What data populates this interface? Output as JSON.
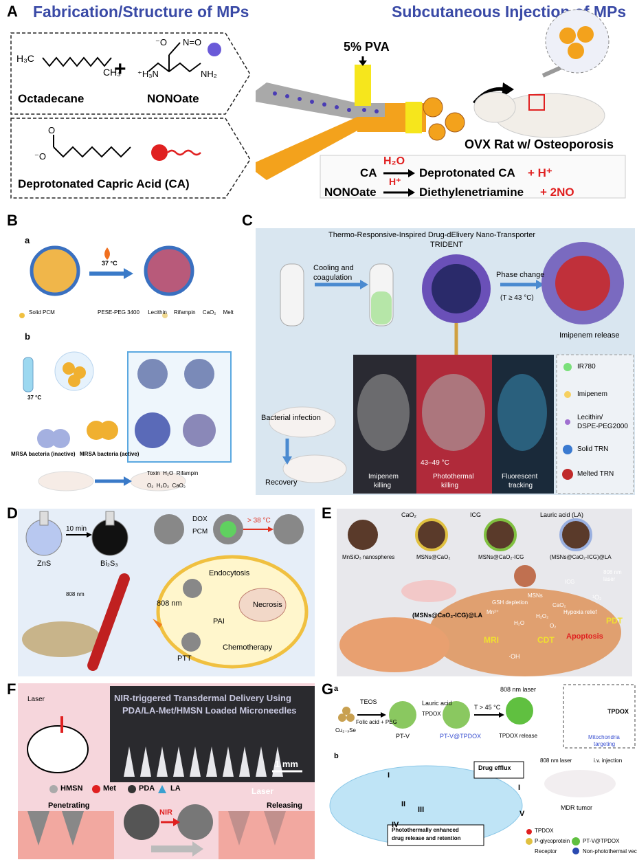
{
  "panel_labels": {
    "A": "A",
    "B": "B",
    "C": "C",
    "D": "D",
    "E": "E",
    "F": "F",
    "G": "G"
  },
  "panelA": {
    "title_left": "Fabrication/Structure of MPs",
    "title_right": "Subcutaneous Injection of MPs",
    "octadecane": "Octadecane",
    "nonoate": "NONOate",
    "capric": "Deprotonated Capric Acid (CA)",
    "pva": "5% PVA",
    "rat": "OVX Rat w/ Osteoporosis",
    "eq1_left": "CA",
    "eq1_over": "H₂O",
    "eq1_right": "Deprotonated CA",
    "eq1_plus": "+ H⁺",
    "eq2_left": "NONOate",
    "eq2_over": "H⁺",
    "eq2_right": "Diethylenetriamine",
    "eq2_plus": "+ 2NO",
    "plus": "+"
  },
  "panelB": {
    "sub_a": "a",
    "sub_b": "b",
    "temp_a": "37 °C",
    "temp_b": "37 °C",
    "legend1": [
      "Solid PCM",
      "PESE-PEG 3400",
      "Lecithin",
      "Rifampin",
      "CaO₂",
      "Melted PCM"
    ],
    "mrsa_inactive": "MRSA bacteria (inactive)",
    "mrsa_active": "MRSA bacteria (active)",
    "legend2": [
      "Toxin",
      "H₂O",
      "Rifampin",
      "O₂",
      "H₂O₂",
      "CaO₂"
    ]
  },
  "panelC": {
    "title1": "Thermo-Responsive-Inspired Drug-dElivery Nano-Transporter",
    "title2": "TRIDENT",
    "cooling": "Cooling and",
    "coag": "coagulation",
    "phase": "Phase change",
    "phase_t": "(T ≥ 43 °C)",
    "release": "Imipenem release",
    "infection": "Bacterial infection",
    "recovery": "Recovery",
    "kill1": "Imipenem",
    "kill1b": "killing",
    "temp": "43–49 °C",
    "kill2": "Photothermal",
    "kill2b": "killing",
    "kill3": "Fluorescent",
    "kill3b": "tracking",
    "legend": [
      "IR780",
      "Imipenem",
      "Lecithin/",
      "DSPE-PEG2000",
      "Solid TRN",
      "Melted TRN"
    ]
  },
  "panelD": {
    "time": "10 min",
    "zns": "ZnS",
    "bi2s3": "Bi₂S₃",
    "dox": "DOX",
    "pcm": "PCM",
    "temp": "> 38 °C",
    "endocytosis": "Endocytosis",
    "pai": "PAI",
    "nm808": "808 nm",
    "ptt": "PTT",
    "chemo": "Chemotherapy",
    "necrosis": "Necrosis",
    "laser_lbl": "808 nm"
  },
  "panelE": {
    "cao2": "CaO₂",
    "icg": "ICG",
    "la": "Lauric acid (LA)",
    "s1": "MnSiO₃ nanospheres",
    "s2": "MSNs@CaO₂",
    "s3": "MSNs@CaO₂-ICG",
    "s4": "(MSNs@CaO₂-ICG)@LA",
    "laser": "808 nm",
    "laser2": "laser",
    "formula": "(MSNs@CaO₂-ICG)@LA",
    "gsh": "GSH depletion",
    "msns": "MSNs",
    "mn": "Mn²⁺",
    "mri": "MRI",
    "cdt": "CDT",
    "pdt": "PDT",
    "apoptosis": "Apoptosis",
    "hypoxia": "Hypoxia relief",
    "h2o2": "H₂O₂",
    "o2": "O₂",
    "oh": "·OH",
    "icg2": "ICG",
    "cao2b": "CaO₂",
    "h2o": "H₂O",
    "so2": "¹O₂"
  },
  "panelF": {
    "laser": "Laser",
    "title1": "NIR-triggered Transdermal Delivery Using",
    "title2": "PDA/LA-Met/HMSN Loaded Microneedles",
    "scale": "1 mm",
    "legend": [
      "HMSN",
      "Met",
      "PDA",
      "LA"
    ],
    "laser2": "Laser",
    "penetrating": "Penetrating",
    "nir": "NIR",
    "releasing": "Releasing"
  },
  "panelG": {
    "sub_a": "a",
    "sub_b": "b",
    "teos": "TEOS",
    "folic": "Folic acid + PEG",
    "cu": "Cu₂₋ₓSe",
    "ptv": "PT-V",
    "lauric": "Lauric acid",
    "tpdox": "TPDOX",
    "ptvt": "PT-V@TPDOX",
    "temp": "T > 45 °C",
    "laser": "808 nm laser",
    "release": "TPDOX release",
    "tpdox_name": "TPDOX",
    "mito": "Mitochondria",
    "mito2": "targeting",
    "efflux": "Drug efflux",
    "laser2": "808 nm laser",
    "iv": "i.v. injection",
    "mdr": "MDR tumor",
    "photo1": "Photothermally enhanced",
    "photo2": "drug release and retention",
    "roman": [
      "I",
      "II",
      "III",
      "IV",
      "V",
      "I"
    ],
    "legend": [
      "TPDOX",
      "P-glycoprotein",
      "PT-V@TPDOX",
      "Receptor",
      "Non-photothermal vector"
    ]
  }
}
